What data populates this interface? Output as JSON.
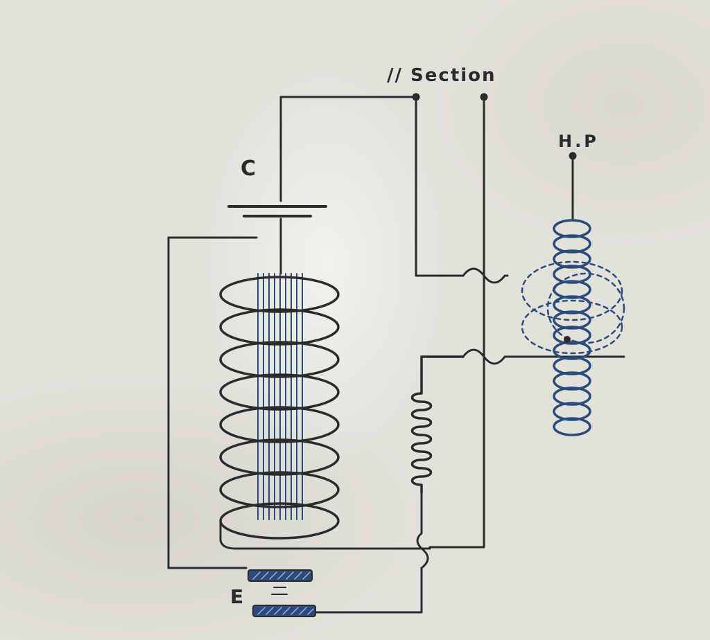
{
  "labels": {
    "capacitor": "C",
    "hp": "H.P",
    "section": "// Section",
    "earth": "E"
  },
  "colors": {
    "ink": "#2b2b2b",
    "blue_ink": "#2c4a7a",
    "paper": "#e2e1da"
  }
}
